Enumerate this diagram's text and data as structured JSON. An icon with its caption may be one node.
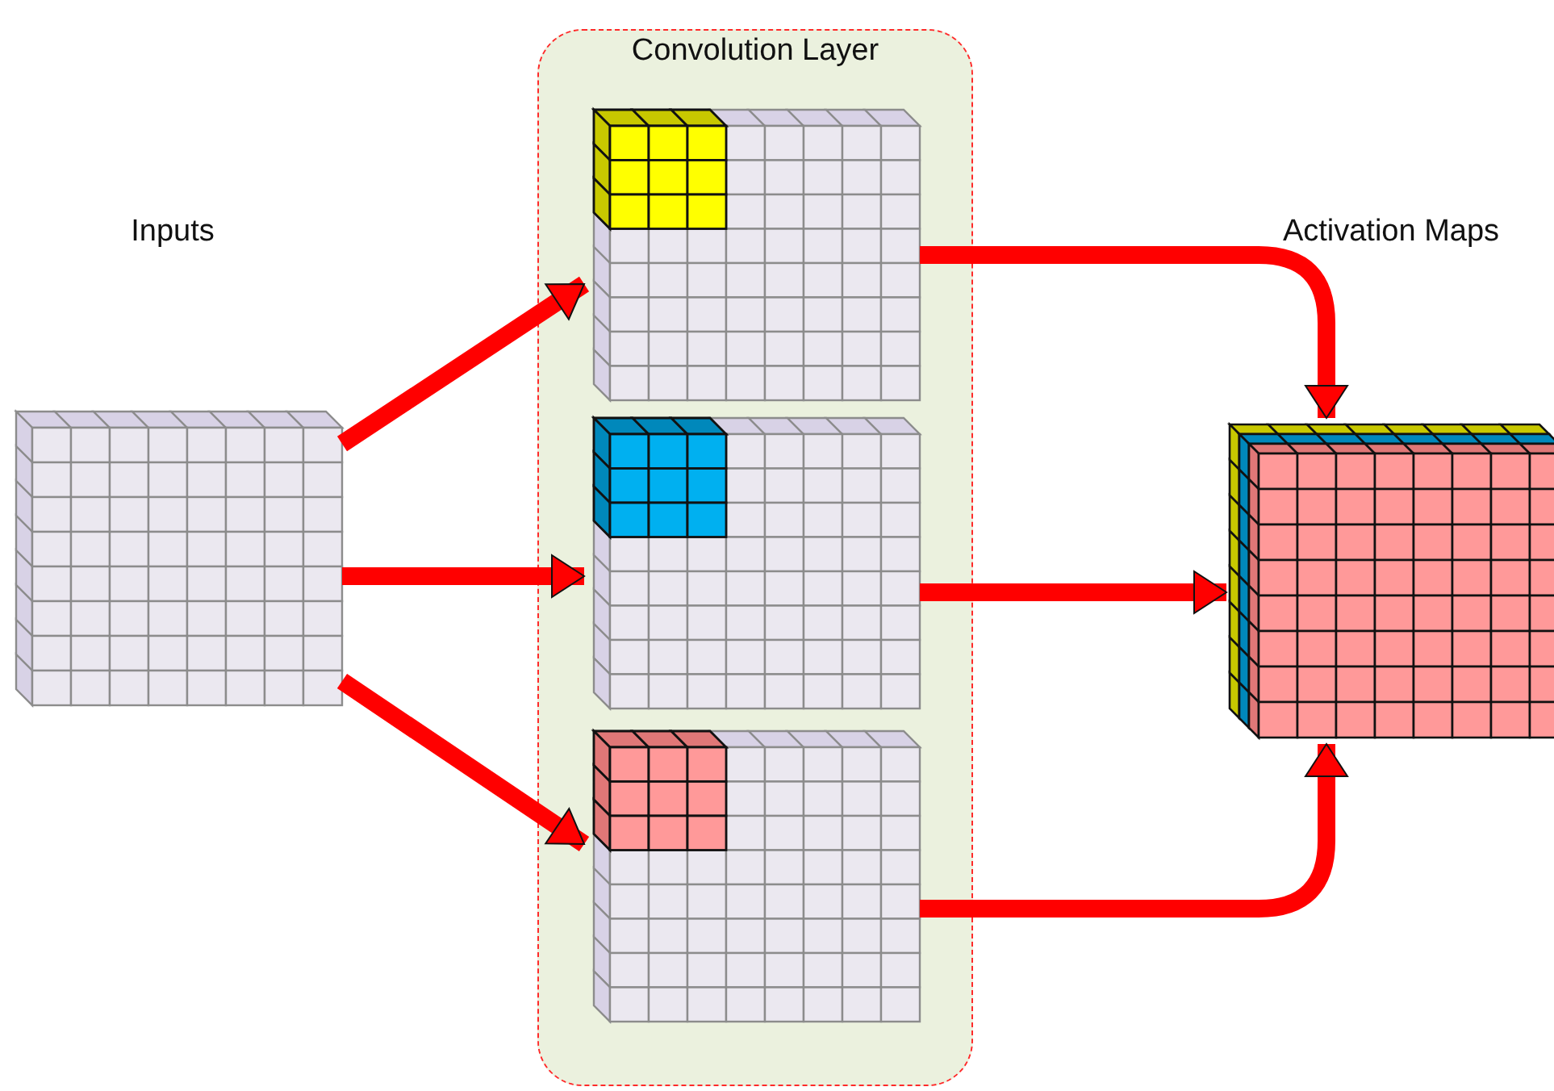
{
  "diagram": {
    "nodes": [
      {
        "text": [
          "Inputs"
        ]
      },
      {
        "text": [
          "Convolution Layer"
        ]
      },
      {
        "text": [],
        "shape": "box",
        "in": 1
      },
      {
        "text": [],
        "shape": "box",
        "in": 1
      },
      {
        "text": [],
        "shape": "box",
        "in": 1
      },
      {
        "text": [
          "Activation Maps"
        ]
      }
    ],
    "edges": [
      {
        "from": 0,
        "to": 2,
        "arrow": "to"
      },
      {
        "from": 0,
        "to": 3,
        "arrow": "to"
      },
      {
        "from": 0,
        "to": 4,
        "arrow": "to"
      },
      {
        "from": 2,
        "to": 5,
        "arrow": "to"
      },
      {
        "from": 3,
        "to": 5,
        "arrow": "to"
      },
      {
        "from": 4,
        "to": 5,
        "arrow": "to"
      }
    ]
  }
}
